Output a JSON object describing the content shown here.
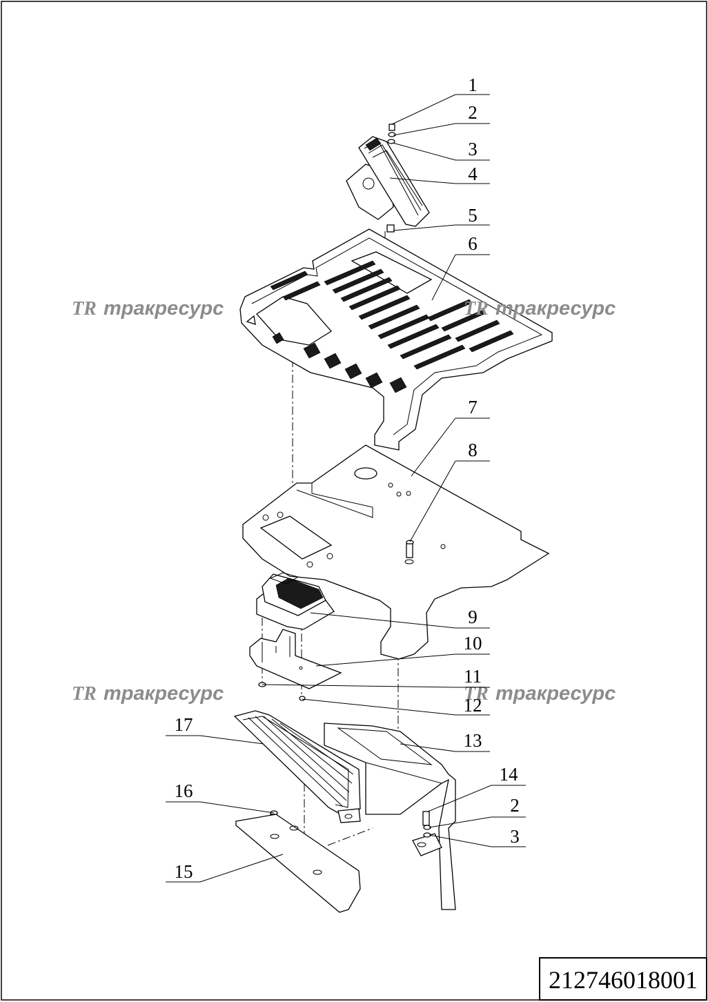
{
  "watermark": {
    "logo": "TR",
    "text": "тракресурс"
  },
  "drawing_number": "212746018001",
  "callouts": [
    {
      "id": "c1",
      "label": "1"
    },
    {
      "id": "c2a",
      "label": "2"
    },
    {
      "id": "c3a",
      "label": "3"
    },
    {
      "id": "c4",
      "label": "4"
    },
    {
      "id": "c5",
      "label": "5"
    },
    {
      "id": "c6",
      "label": "6"
    },
    {
      "id": "c7",
      "label": "7"
    },
    {
      "id": "c8",
      "label": "8"
    },
    {
      "id": "c9",
      "label": "9"
    },
    {
      "id": "c10",
      "label": "10"
    },
    {
      "id": "c11",
      "label": "11"
    },
    {
      "id": "c12",
      "label": "12"
    },
    {
      "id": "c13",
      "label": "13"
    },
    {
      "id": "c14",
      "label": "14"
    },
    {
      "id": "c2b",
      "label": "2"
    },
    {
      "id": "c3b",
      "label": "3"
    },
    {
      "id": "c15",
      "label": "15"
    },
    {
      "id": "c16",
      "label": "16"
    },
    {
      "id": "c17",
      "label": "17"
    }
  ]
}
